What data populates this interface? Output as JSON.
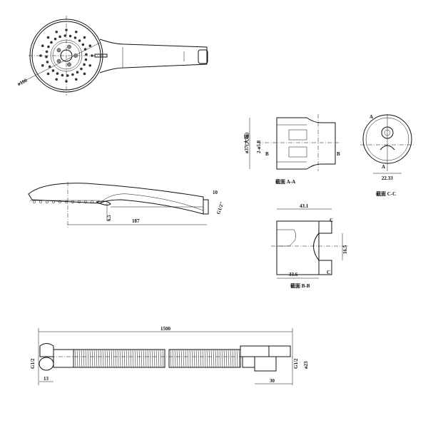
{
  "front_view": {
    "diameter_label": "ø100"
  },
  "side_view": {
    "thread_length": "10",
    "thread_label": "G1/2\"",
    "offset": "6.5",
    "length": "187"
  },
  "section_aa": {
    "caption": "截面 A-A",
    "diameter_label": "ø37(大端)",
    "holes_label": "2-ø5.8",
    "cut_mark": "B"
  },
  "section_cc": {
    "caption": "截面 C-C",
    "cut_mark": "A",
    "width": "22.33"
  },
  "section_bb": {
    "caption": "截面 B-B",
    "length": "43.1",
    "cut_mark": "C",
    "slot": "16.5",
    "depth": "33.6"
  },
  "hose": {
    "length": "1500",
    "left_thread": "G1/2",
    "left_nut": "13",
    "right_fitting": "30",
    "right_thread": "G1/2",
    "right_diameter": "ø23"
  }
}
